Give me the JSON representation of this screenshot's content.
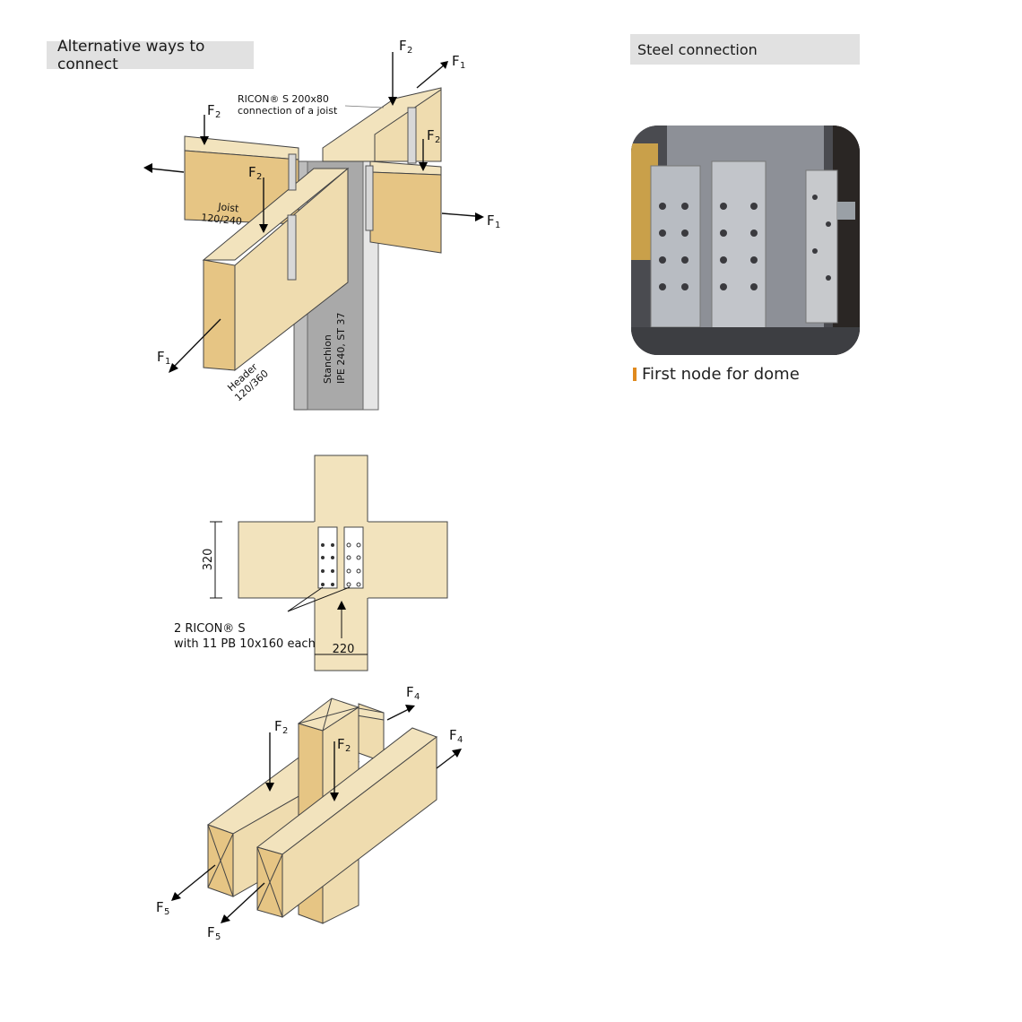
{
  "left": {
    "title": "Alternative ways to connect",
    "drawing1": {
      "ricon_label_1": "RICON® S 200x80",
      "ricon_label_2": "connection of a joist",
      "joist_1": "Joist",
      "joist_2": "120/240",
      "header_1": "Header",
      "header_2": "120/360",
      "stanchion_1": "Stanchion",
      "stanchion_2": "IPE 240, ST 37",
      "force_f1": "F",
      "force_f2": "F",
      "sub1": "1",
      "sub2": "2"
    },
    "drawing2": {
      "dim_height": "320",
      "dim_width": "220",
      "note_1": "2 RICON® S",
      "note_2": "with 11 PB 10x160 each"
    },
    "drawing3": {
      "force": "F",
      "sub2": "2",
      "sub4": "4",
      "sub5": "5"
    }
  },
  "right": {
    "title": "Steel connection",
    "caption": "First node for dome",
    "accent_color": "#e08a1e"
  }
}
